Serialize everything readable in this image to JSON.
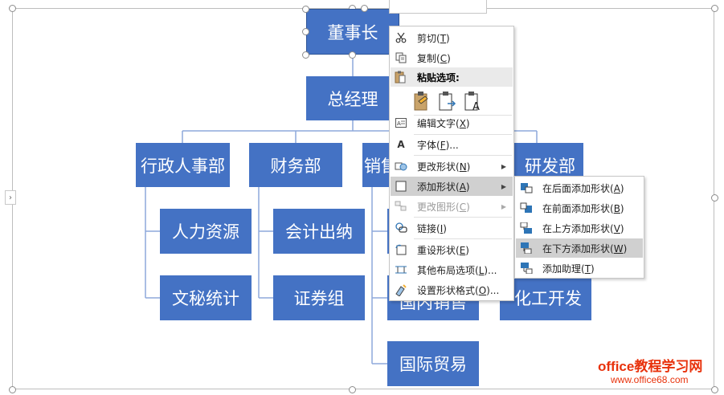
{
  "chart": {
    "ceo": "董事长",
    "gm": "总经理",
    "depts": [
      "行政人事部",
      "财务部",
      "销售部",
      "研发部"
    ],
    "admin_children": [
      "人力资源",
      "文秘统计"
    ],
    "finance_children": [
      "会计出纳",
      "证券组"
    ],
    "sales_children": [
      "国内销售",
      "国际贸易"
    ],
    "rd_children": [
      "化工开发"
    ],
    "colors": {
      "box": "#4472c4",
      "line": "#8ea9db",
      "highlight": "#d0d0d0"
    }
  },
  "context_menu": {
    "cut": {
      "text": "剪切(",
      "key": "T",
      "end": ")",
      "icon": "scissors-icon"
    },
    "copy": {
      "text": "复制(",
      "key": "C",
      "end": ")",
      "icon": "copy-icon"
    },
    "paste_options": "粘贴选项:",
    "edit_text": {
      "text": "编辑文字(",
      "key": "X",
      "end": ")"
    },
    "font": {
      "text": "字体(",
      "key": "F",
      "end": ")..."
    },
    "change_shape": {
      "text": "更改形状(",
      "key": "N",
      "end": ")"
    },
    "add_shape": {
      "text": "添加形状(",
      "key": "A",
      "end": ")"
    },
    "change_graphic": {
      "text": "更改图形(",
      "key": "C",
      "end": ")"
    },
    "link": {
      "text": "链接(",
      "key": "I",
      "end": ")"
    },
    "reset_shape": {
      "text": "重设形状(",
      "key": "E",
      "end": ")"
    },
    "layout_options": {
      "text": "其他布局选项(",
      "key": "L",
      "end": ")..."
    },
    "format_shape": {
      "text": "设置形状格式(",
      "key": "O",
      "end": ")..."
    }
  },
  "submenu": {
    "after": {
      "text": "在后面添加形状(",
      "key": "A",
      "end": ")"
    },
    "before": {
      "text": "在前面添加形状(",
      "key": "B",
      "end": ")"
    },
    "above": {
      "text": "在上方添加形状(",
      "key": "V",
      "end": ")"
    },
    "below": {
      "text": "在下方添加形状(",
      "key": "W",
      "end": ")"
    },
    "assistant": {
      "text": "添加助理(",
      "key": "T",
      "end": ")"
    }
  },
  "watermark": {
    "line1": "office教程学习网",
    "line2": "www.office68.com"
  }
}
